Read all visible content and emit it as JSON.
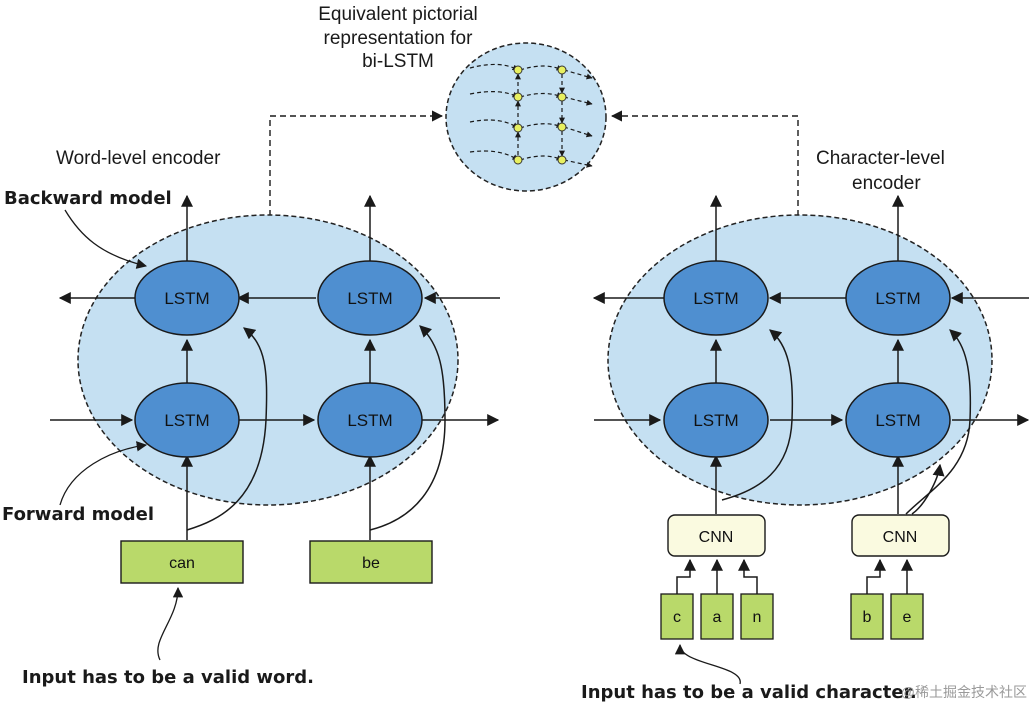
{
  "title": {
    "line1": "Equivalent pictorial",
    "line2": "representation for",
    "line3": "bi-LSTM"
  },
  "word_encoder": {
    "label": "Word-level encoder",
    "backward_label": "Backward model",
    "forward_label": "Forward model",
    "lstm_label": "LSTM",
    "inputs": [
      "can",
      "be"
    ],
    "note": "Input has to be a valid word."
  },
  "char_encoder": {
    "label_line1": "Character-level",
    "label_line2": "encoder",
    "lstm_label": "LSTM",
    "cnn_label": "CNN",
    "chars_group1": [
      "c",
      "a",
      "n"
    ],
    "chars_group2": [
      "b",
      "e"
    ],
    "note": "Input has to be a valid character."
  },
  "watermark": "@稀土掘金技术社区",
  "colors": {
    "ellipse_fill": "#c5e0f2",
    "lstm_fill": "#4f8fd0",
    "input_fill": "#b9d96a",
    "cnn_fill": "#fafae0",
    "char_fill": "#b9d96a"
  }
}
